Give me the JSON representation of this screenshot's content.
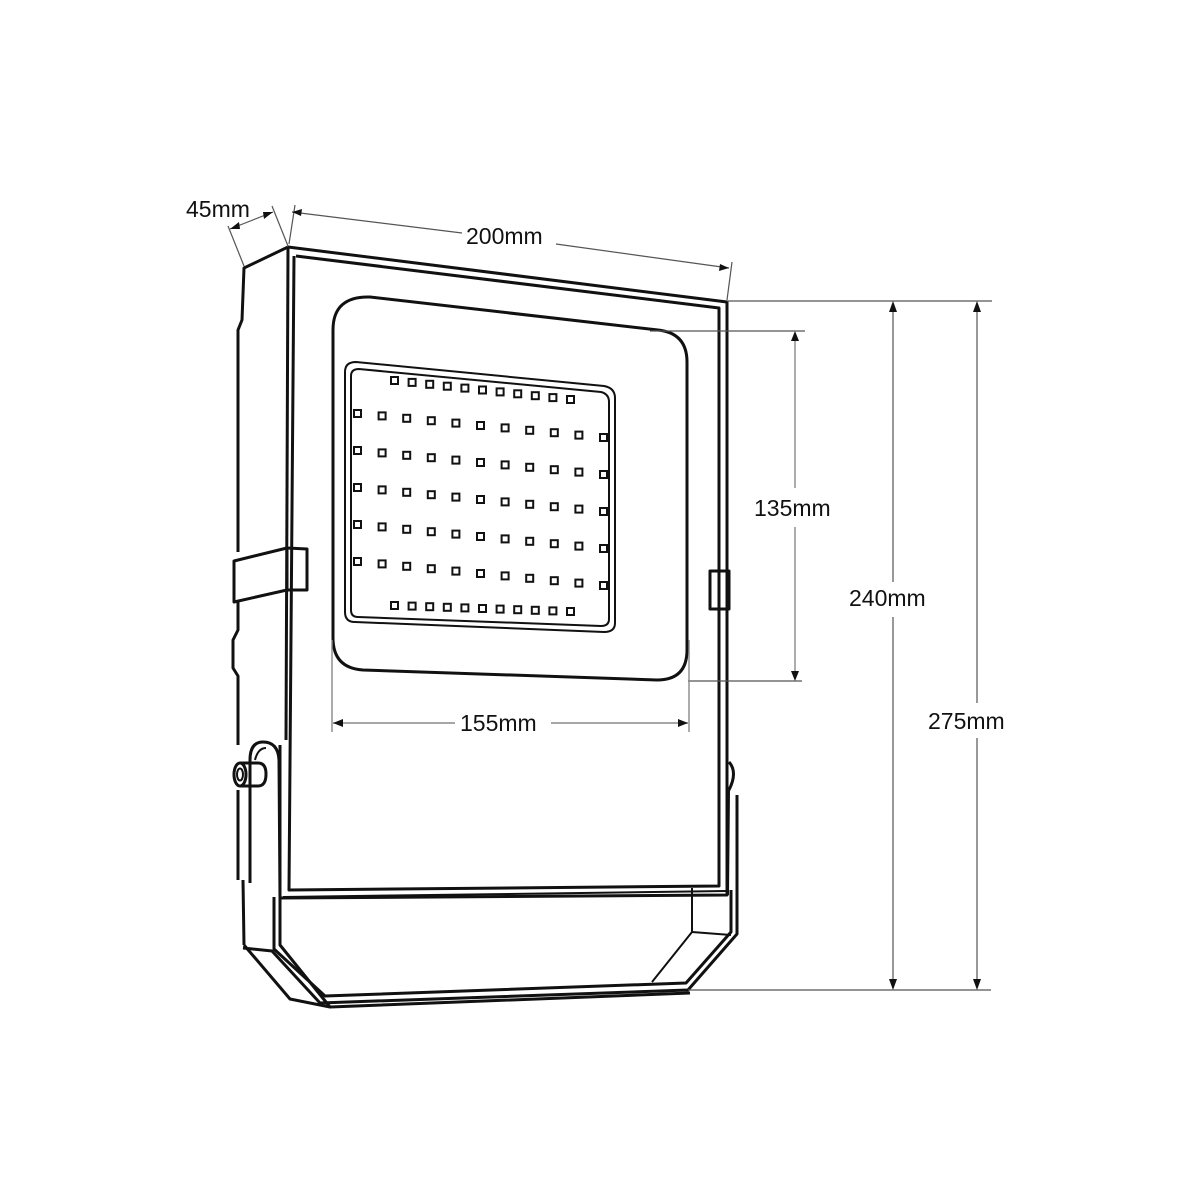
{
  "diagram": {
    "subject": "LED floodlight dimension drawing",
    "colors": {
      "line": "#111111",
      "dimension_line": "#555555",
      "background": "#ffffff"
    },
    "dimensions": {
      "depth": {
        "label": "45mm",
        "value_mm": 45
      },
      "width": {
        "label": "200mm",
        "value_mm": 200
      },
      "led_panel_height": {
        "label": "135mm",
        "value_mm": 135
      },
      "led_panel_width": {
        "label": "155mm",
        "value_mm": 155
      },
      "body_height": {
        "label": "240mm",
        "value_mm": 240
      },
      "total_height": {
        "label": "275mm",
        "value_mm": 275
      }
    },
    "led_array": {
      "top_row_count": 11,
      "middle_rows": 5,
      "middle_row_count": 11,
      "bottom_row_count": 11
    }
  }
}
